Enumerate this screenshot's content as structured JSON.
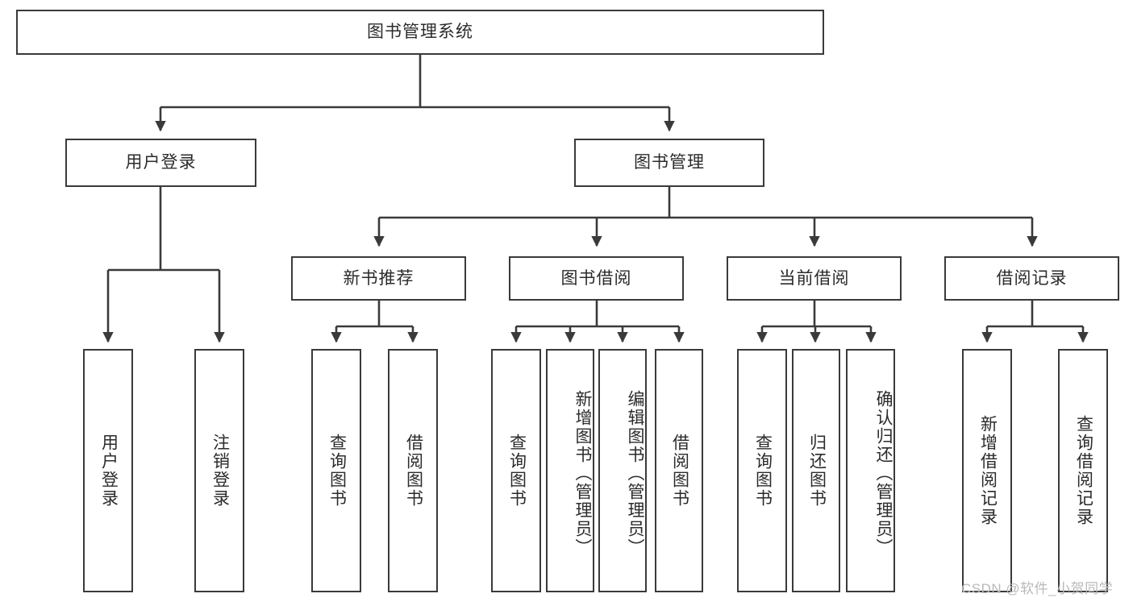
{
  "diagram": {
    "title": "图书管理系统",
    "type": "tree",
    "watermark": "CSDN @软件_小贺同学",
    "colors": {
      "background": "#ffffff",
      "border": "#3a3a3a",
      "text": "#2b2b2b",
      "edge": "#3a3a3a",
      "watermark": "#b9b9b9"
    },
    "nodes": {
      "root": {
        "label": "图书管理系统"
      },
      "level2": [
        {
          "id": "user-login",
          "label": "用户登录"
        },
        {
          "id": "book-manage",
          "label": "图书管理"
        }
      ],
      "level3": [
        {
          "id": "new-book-recommend",
          "label": "新书推荐"
        },
        {
          "id": "book-borrow",
          "label": "图书借阅"
        },
        {
          "id": "current-borrow",
          "label": "当前借阅"
        },
        {
          "id": "borrow-record",
          "label": "借阅记录"
        }
      ],
      "leaves": {
        "user-login": [
          {
            "id": "leaf-user-login",
            "label": "用户登录"
          },
          {
            "id": "leaf-logout-login",
            "label": "注销登录"
          }
        ],
        "new-book-recommend": [
          {
            "id": "leaf-query-book-1",
            "label": "查询图书"
          },
          {
            "id": "leaf-borrow-book-1",
            "label": "借阅图书"
          }
        ],
        "book-borrow": [
          {
            "id": "leaf-query-book-2",
            "label": "查询图书"
          },
          {
            "id": "leaf-add-book",
            "label": "新增图书（管理员）"
          },
          {
            "id": "leaf-edit-book",
            "label": "编辑图书（管理员）"
          },
          {
            "id": "leaf-borrow-book-2",
            "label": "借阅图书"
          }
        ],
        "current-borrow": [
          {
            "id": "leaf-query-book-3",
            "label": "查询图书"
          },
          {
            "id": "leaf-return-book",
            "label": "归还图书"
          },
          {
            "id": "leaf-confirm-return",
            "label": "确认归还（管理员）"
          }
        ],
        "borrow-record": [
          {
            "id": "leaf-add-record",
            "label": "新增借阅记录"
          },
          {
            "id": "leaf-query-record",
            "label": "查询借阅记录"
          }
        ]
      }
    }
  }
}
